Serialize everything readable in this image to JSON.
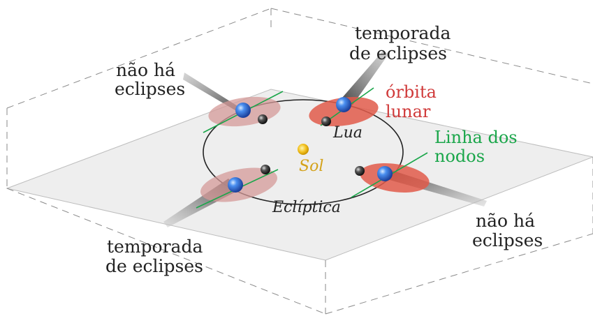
{
  "labels": {
    "temporada_top_1": "temporada",
    "temporada_top_2": "de eclipses",
    "nao_ha_top_1": "não há",
    "nao_ha_top_2": "eclipses",
    "orbita_1": "órbita",
    "orbita_2": "lunar",
    "lua": "Lua",
    "linha_1": "Linha dos",
    "linha_2": "nodos",
    "sol": "Sol",
    "ecliptica": "Eclíptica",
    "temporada_bottom_1": "temporada",
    "temporada_bottom_2": "de eclipses",
    "nao_ha_bottom_1": "não há",
    "nao_ha_bottom_2": "eclipses"
  },
  "colors": {
    "plane": "#eeeeee",
    "dashed_box": "#888888",
    "ecliptic": "#222222",
    "lunar_orbit": "#e05a4a",
    "node_line": "#1aa64a",
    "sun": "#f2c01e",
    "earth": "#2f6fd6",
    "moon": "#333333",
    "label_red": "#d03a3a",
    "label_green": "#1aa64a",
    "label_gold": "#d4a21a"
  }
}
